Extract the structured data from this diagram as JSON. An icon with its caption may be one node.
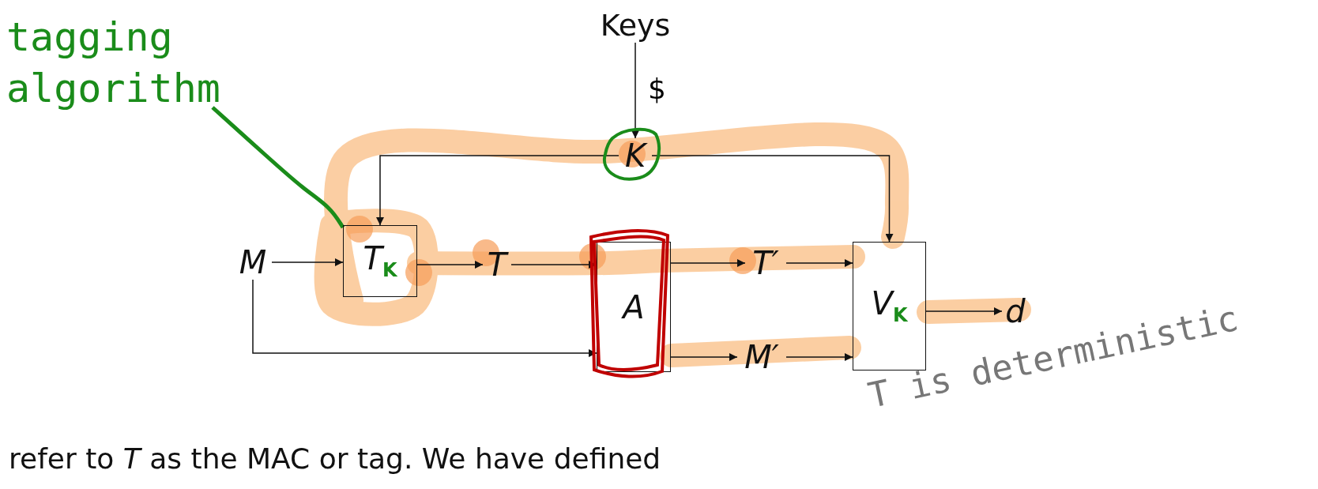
{
  "diagram": {
    "nodes": [
      {
        "text": [
          "tagging algorithm"
        ]
      },
      {
        "text": [
          "Keys"
        ]
      },
      {
        "text": [
          "K"
        ]
      },
      {
        "text": [
          "M"
        ]
      },
      {
        "text": [
          "T$_{K}$"
        ]
      },
      {
        "text": [
          "T"
        ]
      },
      {
        "text": [
          "A"
        ]
      },
      {
        "text": [
          "T′"
        ]
      },
      {
        "text": [
          "M′"
        ]
      },
      {
        "text": [
          "V$_{K}$"
        ]
      },
      {
        "text": [
          "d"
        ]
      }
    ],
    "edges": [
      {
        "from": 1,
        "to": 2,
        "arrow": "to",
        "label": "$"
      },
      {
        "from": 2,
        "to": 4,
        "arrow": "to"
      },
      {
        "from": 2,
        "to": 9,
        "arrow": "to"
      },
      {
        "from": 3,
        "to": 4,
        "arrow": "to"
      },
      {
        "from": 4,
        "to": 5,
        "arrow": "to"
      },
      {
        "from": 5,
        "to": 6,
        "arrow": "to"
      },
      {
        "from": 3,
        "to": 6,
        "arrow": "to"
      },
      {
        "from": 6,
        "to": 7,
        "arrow": "to"
      },
      {
        "from": 7,
        "to": 9,
        "arrow": "to"
      },
      {
        "from": 6,
        "to": 8,
        "arrow": "to"
      },
      {
        "from": 8,
        "to": 9,
        "arrow": "to"
      },
      {
        "from": 9,
        "to": 10,
        "arrow": "to"
      },
      {
        "from": 0,
        "to": 4,
        "arrow": "none",
        "style": "thick",
        "color": "#1a8c1a"
      }
    ],
    "labels": [
      "refer to *T* as the MAC or tag. We have defined",
      "T is deterministic"
    ]
  }
}
